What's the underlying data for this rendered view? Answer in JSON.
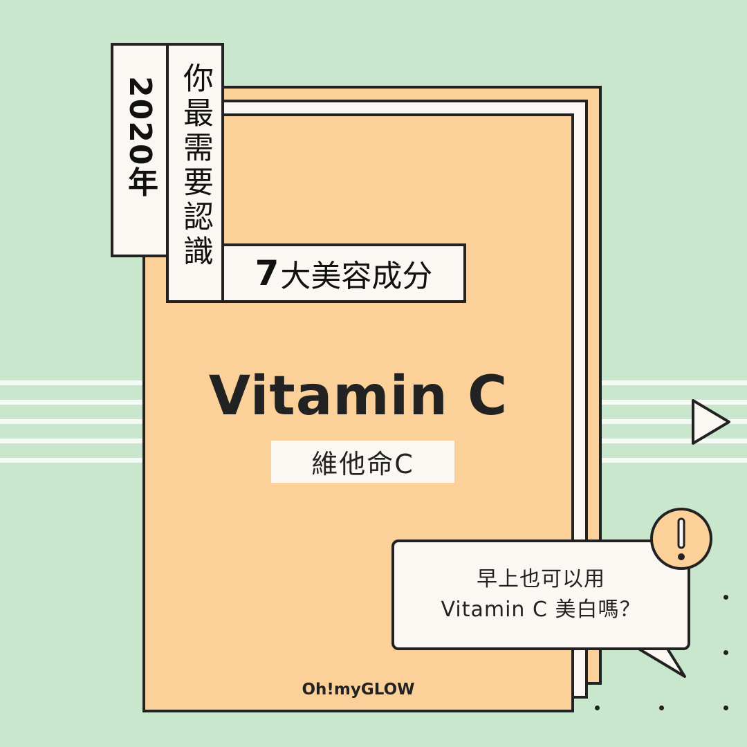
{
  "year_label": "2020年",
  "headline_vertical": "你最需要認識",
  "tag": {
    "number": "7",
    "text": "大美容成分"
  },
  "title": "Vitamin C",
  "subtitle": "維他命C",
  "bubble": {
    "line1": "早上也可以用",
    "line2": "Vitamin C 美白嗎？"
  },
  "brand": "Oh!myGLOW",
  "icons": {
    "play": "play-triangle-icon",
    "alert": "exclamation-icon"
  },
  "colors": {
    "background": "#c9e7cd",
    "paper": "#fcd199",
    "box": "#fbf8f3",
    "ink": "#222222"
  }
}
